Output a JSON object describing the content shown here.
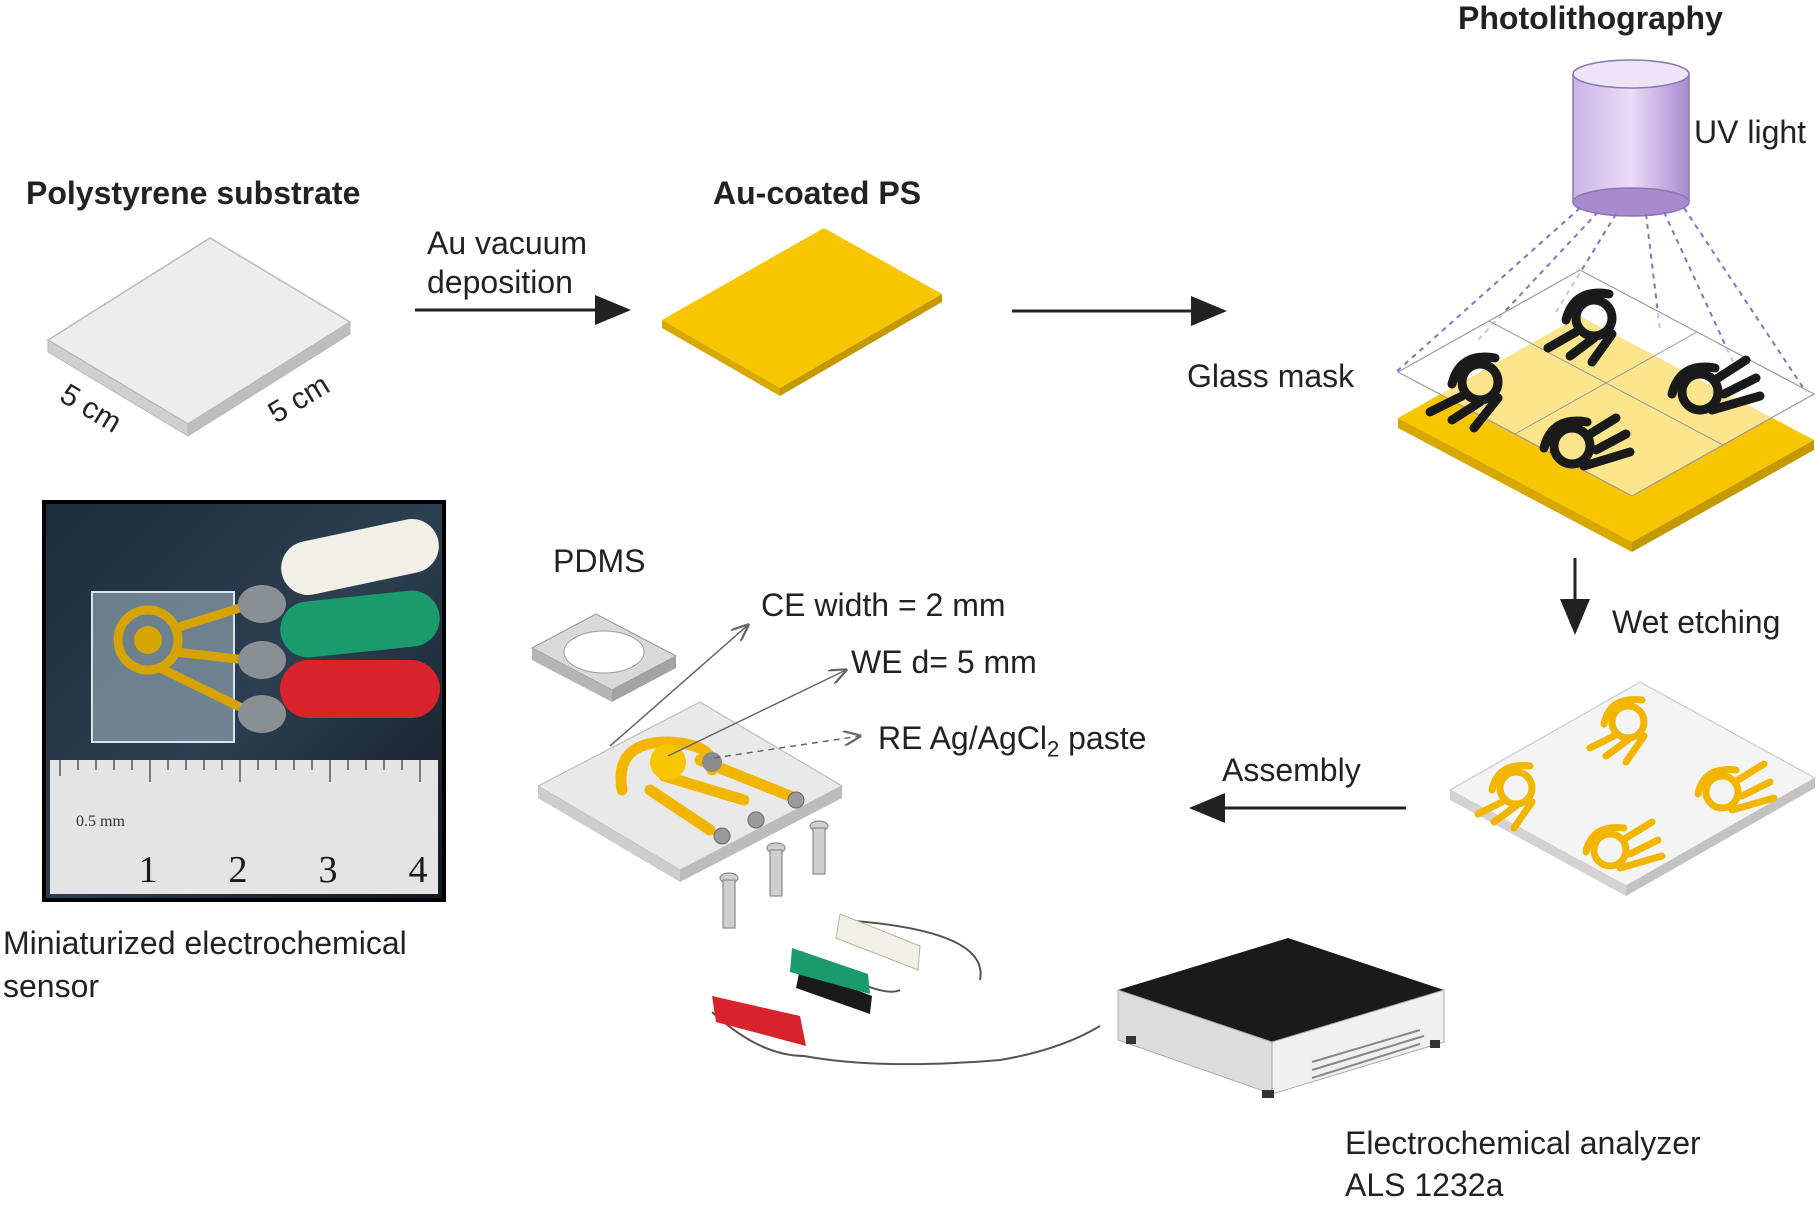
{
  "steps": {
    "substrate": {
      "title": "Polystyrene substrate",
      "dim_left": "5 cm",
      "dim_right": "5 cm"
    },
    "deposition": {
      "label_line1": "Au vacuum",
      "label_line2": "deposition"
    },
    "coated": {
      "title": "Au-coated PS"
    },
    "photolithography": {
      "title": "Photolithography",
      "uv_label": "UV light",
      "mask_label": "Glass mask"
    },
    "etching": {
      "label": "Wet etching"
    },
    "assembly": {
      "label": "Assembly"
    }
  },
  "electrodes": {
    "pdms": "PDMS",
    "ce": "CE  width = 2 mm",
    "we": "WE  d= 5 mm",
    "re_prefix": "RE  Ag/AgCl",
    "re_sub": "2",
    "re_suffix": " paste"
  },
  "photo": {
    "scale_unit": "0.5 mm",
    "ruler_numbers": [
      "1",
      "2",
      "3",
      "4"
    ],
    "caption_line1": "Miniaturized electrochemical",
    "caption_line2": "sensor"
  },
  "analyzer": {
    "line1": "Electrochemical analyzer",
    "line2": "ALS 1232a"
  },
  "colors": {
    "gold": "#f7c600",
    "substrate_gray": "#e6e6e6",
    "uv_purple": "#b49ad6",
    "clip_red": "#d8232a",
    "clip_green": "#1b9a6e",
    "clip_white": "#f2efe6",
    "analyzer_black": "#1a1a1a"
  }
}
